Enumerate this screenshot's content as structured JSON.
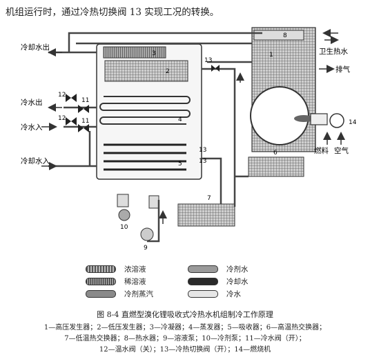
{
  "intro_text": "机组运行时，通过冷热切换阀 13 实现工况的转换。",
  "labels": {
    "cooling_water_out": "冷却水出",
    "cooling_water_in": "冷却水入",
    "chilled_water_out": "冷水出",
    "chilled_water_in": "冷水入",
    "hot_water": "卫生热水",
    "exhaust": "排气",
    "fuel": "燃料",
    "air": "空气"
  },
  "component_numbers": {
    "n1": "1",
    "n2": "2",
    "n3": "3",
    "n4": "4",
    "n5": "5",
    "n6": "6",
    "n7": "7",
    "n8": "8",
    "n9": "9",
    "n10": "10",
    "n11a": "11",
    "n11b": "11",
    "n12a": "12",
    "n12b": "12",
    "n13a": "13",
    "n13b": "13",
    "n13c": "13",
    "n14": "14"
  },
  "legend": [
    {
      "label": "浓溶液",
      "color": "#555555",
      "pattern": "stripe-light"
    },
    {
      "label": "稀溶液",
      "color": "#333333",
      "pattern": "stripe-dense"
    },
    {
      "label": "冷剂蒸汽",
      "color": "#8a8a8a",
      "pattern": "solid"
    },
    {
      "label": "冷剂水",
      "color": "#9a9a9a",
      "pattern": "solid"
    },
    {
      "label": "冷却水",
      "color": "#2a2a2a",
      "pattern": "solid"
    },
    {
      "label": "冷水",
      "color": "#e6e6e6",
      "pattern": "solid"
    }
  ],
  "caption": "图 8-4    直燃型溴化锂吸收式冷热水机组制冷工作原理",
  "notes": [
    "1—高压发生器；2—低压发生器；3—冷凝器；4—蒸发器；5—吸收器；6—高温热交换器；",
    "7—低温热交换器；8—热水器；9—溶液泵；10—冷剂泵；11—冷水阀（开）；",
    "12—温水阀（关）；13—冷热切换阀（开）；14—燃烧机"
  ]
}
